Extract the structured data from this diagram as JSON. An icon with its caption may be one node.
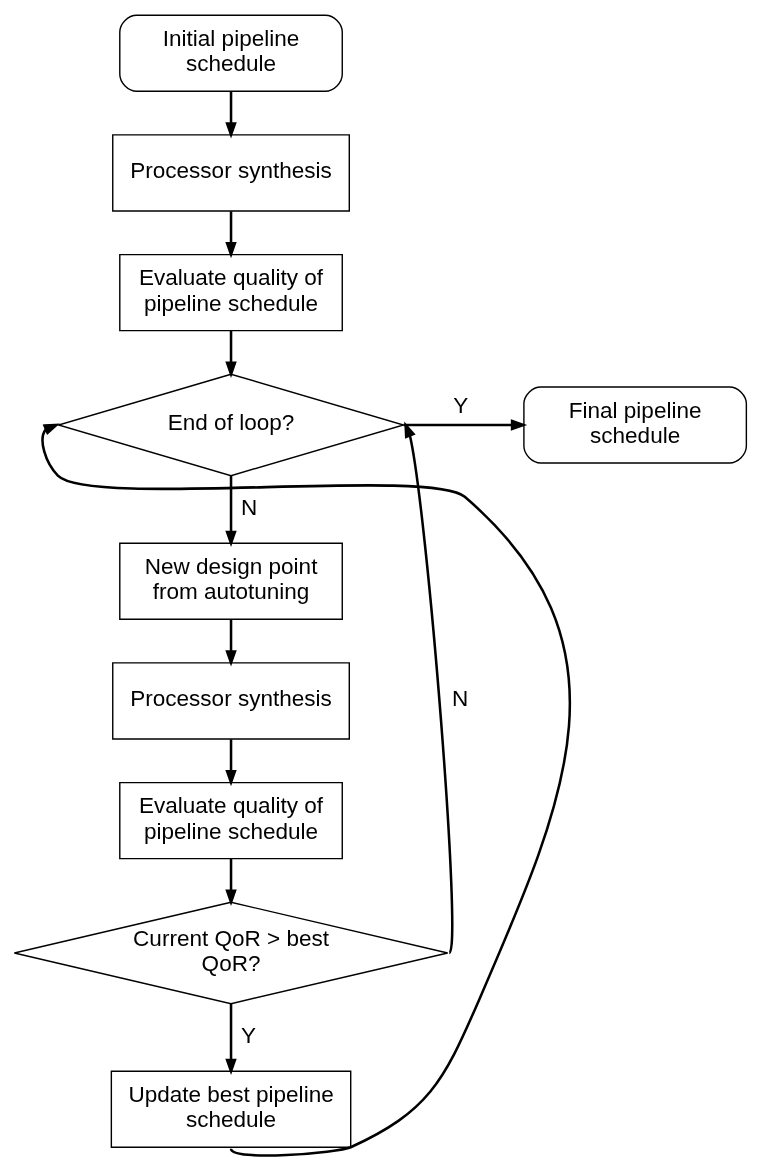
{
  "diagram": {
    "nodes": [
      {
        "text": [
          "Initial pipeline schedule"
        ]
      },
      {
        "text": [
          "Processor synthesis"
        ]
      },
      {
        "text": [
          "Evaluate quality of pipeline schedule"
        ]
      },
      {
        "text": [
          "End of loop?"
        ]
      },
      {
        "text": [
          "Final pipeline schedule"
        ]
      },
      {
        "text": [
          "New design point from autotuning"
        ]
      },
      {
        "text": [
          "Processor synthesis"
        ]
      },
      {
        "text": [
          "Evaluate quality of pipeline schedule"
        ]
      },
      {
        "text": [
          "Current QoR > best QoR?"
        ]
      },
      {
        "text": [
          "Update best pipeline schedule"
        ]
      }
    ],
    "edges": [
      {
        "from": 0,
        "to": 1,
        "arrow": "to"
      },
      {
        "from": 1,
        "to": 2,
        "arrow": "to"
      },
      {
        "from": 2,
        "to": 3,
        "arrow": "to"
      },
      {
        "from": 3,
        "to": 4,
        "arrow": "to",
        "label": "Y"
      },
      {
        "from": 3,
        "to": 5,
        "arrow": "to",
        "label": "N"
      },
      {
        "from": 5,
        "to": 6,
        "arrow": "to"
      },
      {
        "from": 6,
        "to": 7,
        "arrow": "to"
      },
      {
        "from": 7,
        "to": 8,
        "arrow": "to"
      },
      {
        "from": 8,
        "to": 9,
        "arrow": "to",
        "label": "Y"
      },
      {
        "from": 8,
        "to": 3,
        "arrow": "to",
        "label": "N"
      },
      {
        "from": 9,
        "to": 3,
        "arrow": "to"
      }
    ]
  }
}
